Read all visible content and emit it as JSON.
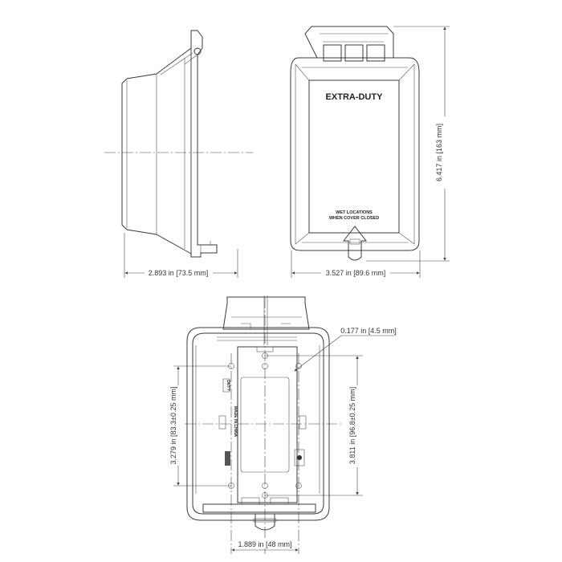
{
  "views": {
    "side": {
      "width_dimension": "2.893 in [73.5 mm]"
    },
    "front": {
      "width_dimension": "3.527 in [89.6 mm]",
      "height_dimension": "6.417 in [163 mm]",
      "cover_label": "EXTRA-DUTY",
      "notice_line1": "WET LOCATIONS",
      "notice_line2": "WHEN COVER CLOSED"
    },
    "back": {
      "hole_diameter_dimension": "0.177 in [4.5 mm]",
      "inner_hole_spacing_dimension": "3.279 in [83.3±0.25 mm]",
      "outer_hole_spacing_dimension": "3.811 in [96.8±0.25 mm]",
      "horizontal_hole_spacing_dimension": "1.889 in [48 mm]",
      "embossed_duty": "DUTY",
      "embossed_origin": "MADE IN CHINA"
    }
  }
}
